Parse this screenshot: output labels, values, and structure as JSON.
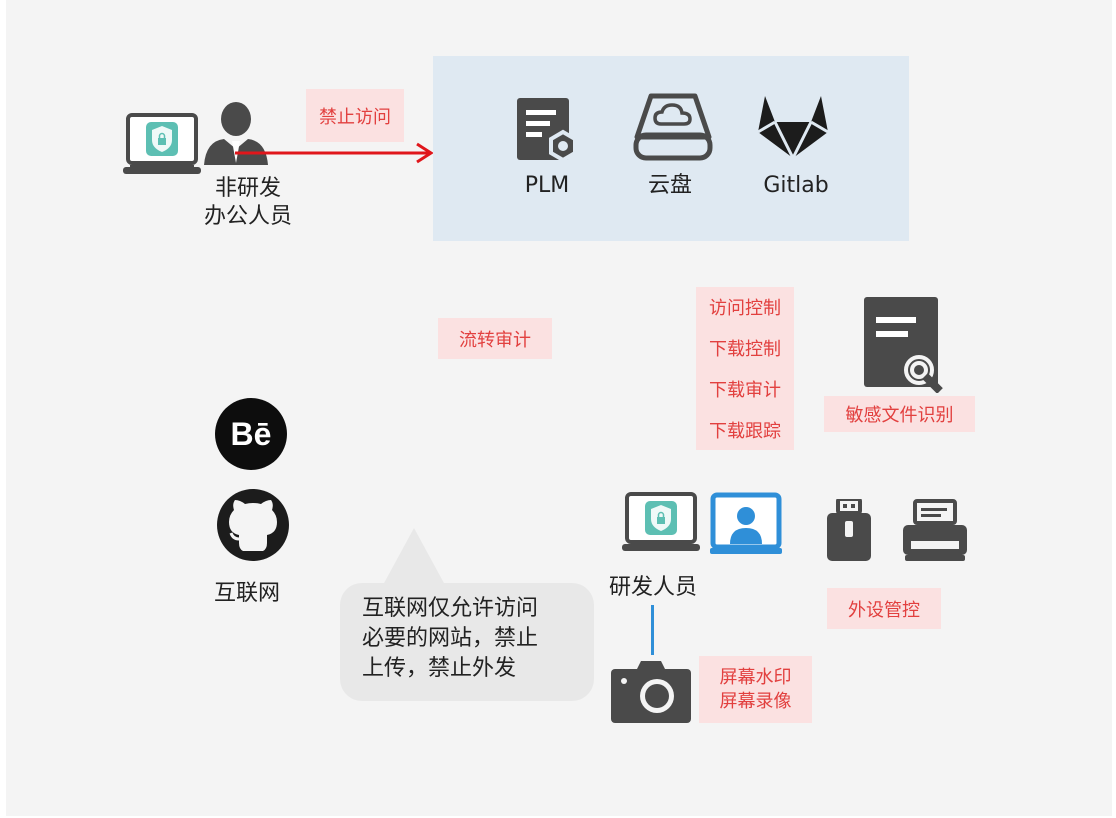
{
  "top": {
    "actor_label_line1": "非研发",
    "actor_label_line2": "办公人员",
    "deny_tag": "禁止访问",
    "systems": [
      {
        "label": "PLM",
        "icon": "plm-document-icon"
      },
      {
        "label": "云盘",
        "icon": "cloud-drive-icon"
      },
      {
        "label": "Gitlab",
        "icon": "gitlab-icon"
      }
    ]
  },
  "middle": {
    "flow_audit_tag": "流转审计",
    "controls": [
      "访问控制",
      "下载控制",
      "下载审计",
      "下载跟踪"
    ],
    "sensitive_tag": "敏感文件识别"
  },
  "internet": {
    "label": "互联网",
    "bubble_lines": [
      "互联网仅允许访问",
      "必要的网站，禁止",
      "上传，禁止外发"
    ]
  },
  "rd": {
    "label": "研发人员",
    "peripheral_tag": "外设管控",
    "screen_tag_line1": "屏幕水印",
    "screen_tag_line2": "屏幕录像"
  },
  "colors": {
    "canvas": "#f4f4f4",
    "system_box": "#dfe9f2",
    "tag_bg": "#fbe1e1",
    "tag_text": "#e2403f",
    "arrow": "#e0161b",
    "icon_dark": "#4a4a4a",
    "accent_blue": "#2f8fd8",
    "bubble": "#e8e8e8"
  }
}
